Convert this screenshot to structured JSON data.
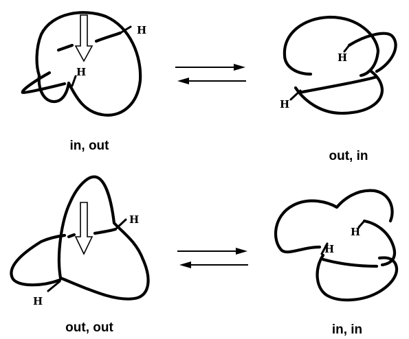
{
  "atom_label": "H",
  "panels": [
    {
      "label": "in, out"
    },
    {
      "label": "out, in"
    },
    {
      "label": "out, out"
    },
    {
      "label": "in, in"
    }
  ]
}
